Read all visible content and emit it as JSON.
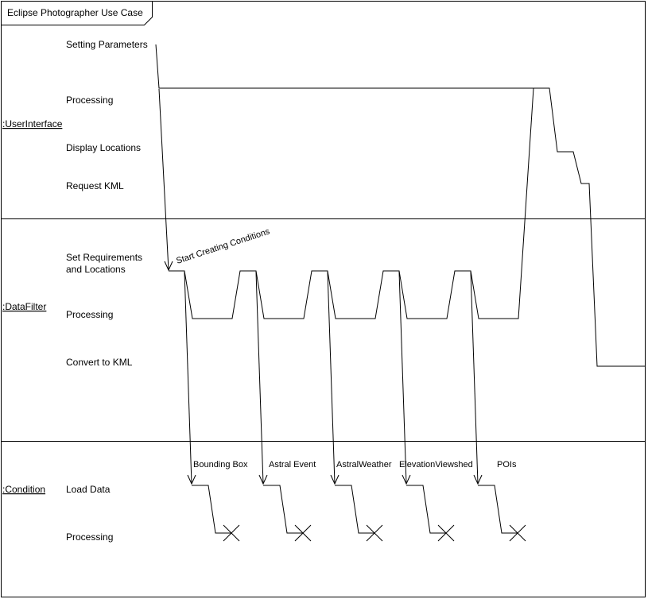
{
  "frame": {
    "title": "Eclipse Photographer Use Case"
  },
  "lanes": [
    {
      "id": "ui",
      "name": ":UserInterface",
      "states": [
        "Setting Parameters",
        "Processing",
        "Display Locations",
        "Request KML"
      ]
    },
    {
      "id": "df",
      "name": ":DataFilter",
      "states": [
        "Set Requirements",
        "and Locations",
        "Processing",
        "Convert to KML"
      ]
    },
    {
      "id": "cond",
      "name": ":Condition",
      "states": [
        "Load Data",
        "Processing"
      ]
    }
  ],
  "messages": {
    "start": "Start Creating Conditions",
    "conditions": [
      "Bounding Box",
      "Astral Event",
      "AstralWeather",
      "ElevationViewshed",
      "POIs"
    ]
  }
}
